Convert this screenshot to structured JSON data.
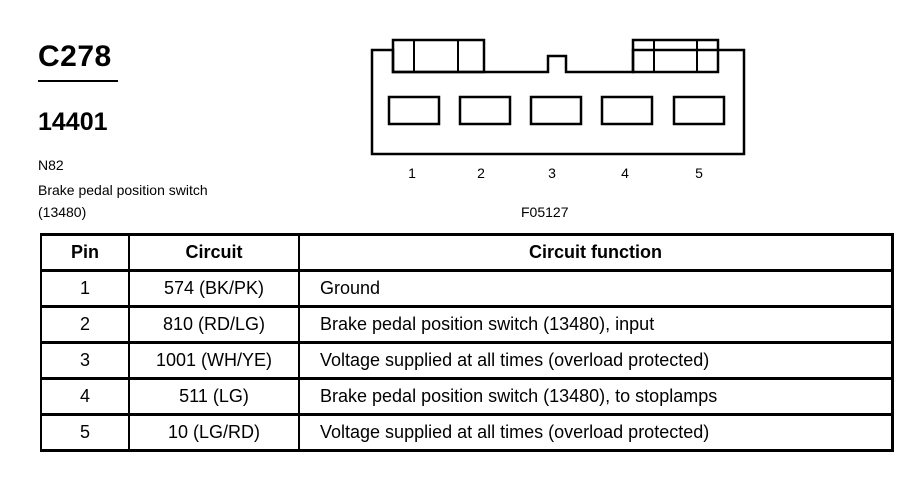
{
  "connector": {
    "id": "C278",
    "part_number": "14401",
    "component_code": "N82",
    "component_name": "Brake pedal position switch (13480)",
    "figure_code": "F05127",
    "pin_labels": [
      "1",
      "2",
      "3",
      "4",
      "5"
    ]
  },
  "table": {
    "headers": {
      "pin": "Pin",
      "circuit": "Circuit",
      "function": "Circuit function"
    },
    "rows": [
      {
        "pin": "1",
        "circuit": "574 (BK/PK)",
        "function": "Ground"
      },
      {
        "pin": "2",
        "circuit": "810 (RD/LG)",
        "function": "Brake pedal position switch (13480), input"
      },
      {
        "pin": "3",
        "circuit": "1001 (WH/YE)",
        "function": "Voltage supplied at all times (overload protected)"
      },
      {
        "pin": "4",
        "circuit": "511 (LG)",
        "function": "Brake pedal position switch (13480), to stoplamps"
      },
      {
        "pin": "5",
        "circuit": "10 (LG/RD)",
        "function": "Voltage supplied at all times (overload protected)"
      }
    ]
  }
}
